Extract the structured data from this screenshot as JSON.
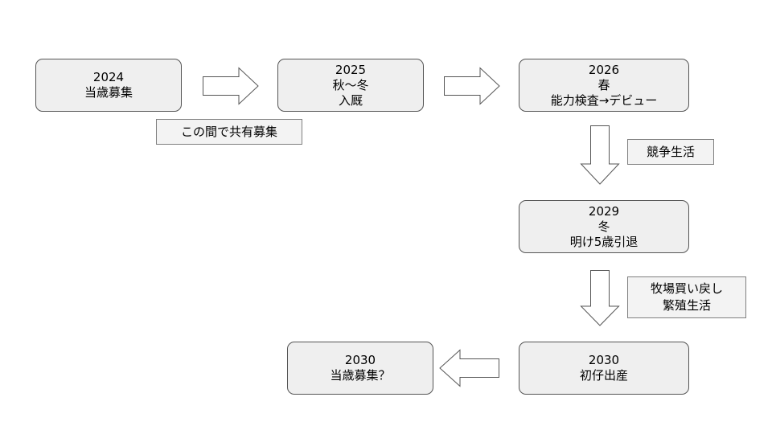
{
  "nodes": {
    "n2024": [
      "2024",
      "当歳募集"
    ],
    "n2025": [
      "2025",
      "秋～冬",
      "入厩"
    ],
    "n2026": [
      "2026",
      "春",
      "能力検査→デビュー"
    ],
    "n2029": [
      "2029",
      "冬",
      "明け5歳引退"
    ],
    "n2030_birth": [
      "2030",
      "初仔出産"
    ],
    "n2030_recruit": [
      "2030",
      "当歳募集？"
    ]
  },
  "notes": {
    "shared_recruit": [
      "この間で共有募集"
    ],
    "racing_life": [
      "競争生活"
    ],
    "breeding": [
      "牧場買い戻し",
      "繁殖生活"
    ]
  },
  "colors": {
    "node_fill": "#efefef",
    "node_border": "#555555",
    "note_fill": "#f3f3f3",
    "arrow_fill": "#ffffff"
  }
}
